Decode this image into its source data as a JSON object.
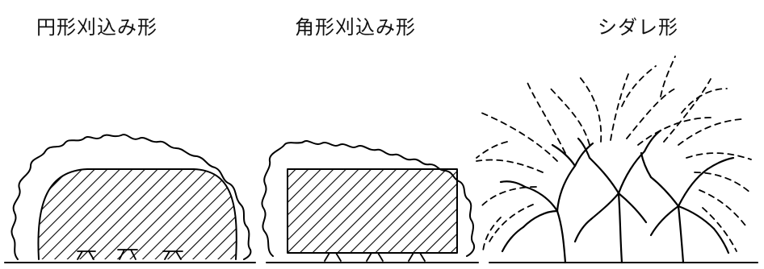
{
  "figure": {
    "panels": [
      {
        "label": "円形刈込み形",
        "shape": "rounded-clipped-shrub"
      },
      {
        "label": "角形刈込み形",
        "shape": "square-clipped-shrub"
      },
      {
        "label": "シダレ形",
        "shape": "weeping-tree"
      }
    ],
    "colors": {
      "ink": "#000000",
      "paper": "#ffffff"
    }
  }
}
